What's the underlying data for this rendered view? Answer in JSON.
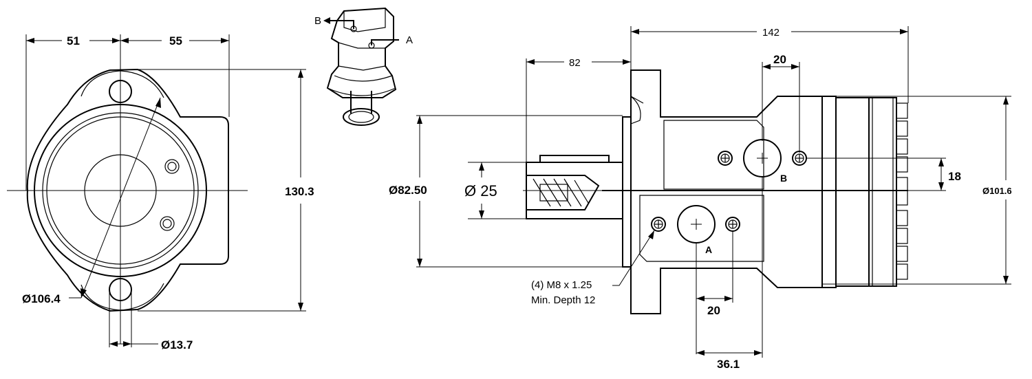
{
  "front_view": {
    "dim_left_width": "51",
    "dim_right_width": "55",
    "dim_height": "130.3",
    "dim_pilot_diameter": "Ø106.4",
    "dim_hole_diameter": "Ø13.7"
  },
  "side_view": {
    "dim_overall_length": "142",
    "dim_shaft_length": "82",
    "dim_flange_diameter": "Ø82.50",
    "dim_shaft_diameter": "Ø 25",
    "dim_body_diameter": "Ø101.6",
    "dim_port_spacing_top": "20",
    "dim_port_offset": "18",
    "dim_port_spacing_bottom": "20",
    "dim_port_distance": "36.1",
    "port_a_label": "A",
    "port_b_label": "B",
    "thread_note_line1": "(4) M8 x 1.25",
    "thread_note_line2": "Min. Depth 12"
  },
  "iso_view": {
    "port_b_label": "B",
    "port_a_label": "A"
  }
}
